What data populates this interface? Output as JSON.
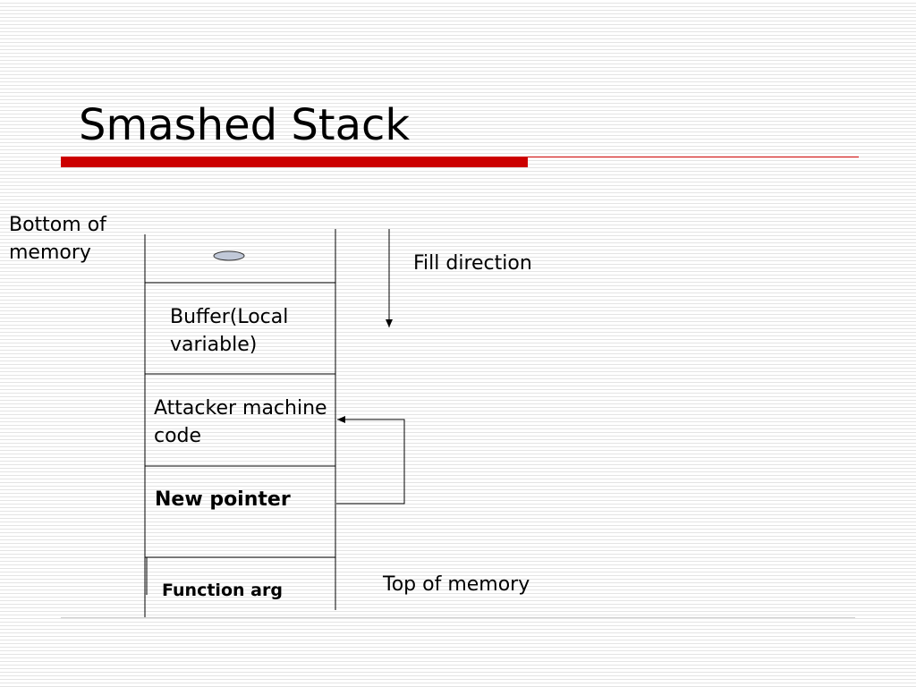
{
  "slide": {
    "title": "Smashed Stack",
    "colors": {
      "accent": "#cc0000",
      "token": "#c0c8d8"
    }
  },
  "labels": {
    "bottom_of_memory": "Bottom of memory",
    "fill_direction": "Fill direction",
    "top_of_memory": "Top of memory"
  },
  "stack": {
    "cells": [
      {
        "id": "top",
        "label": ""
      },
      {
        "id": "buffer",
        "label": "Buffer(Local variable)"
      },
      {
        "id": "attacker",
        "label": "Attacker machine code"
      },
      {
        "id": "pointer",
        "label": "New pointer"
      },
      {
        "id": "arg",
        "label": "Function arg"
      }
    ]
  }
}
